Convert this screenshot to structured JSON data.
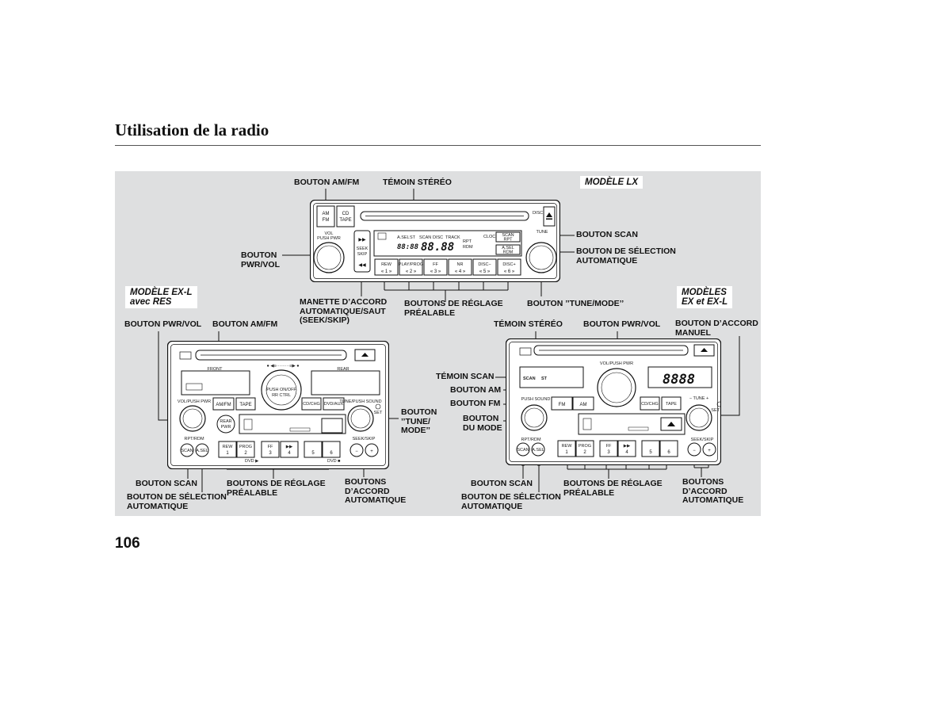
{
  "header": {
    "title": "Utilisation de la radio"
  },
  "page_number": "106",
  "models": {
    "lx": "MODÈLE LX",
    "exl_res": "MODÈLE EX-L\navec RES",
    "ex_exl": "MODÈLES\nEX et EX-L"
  },
  "labels_lx": {
    "am_fm": "BOUTON AM/FM",
    "stereo": "TÉMOIN STÉRÉO",
    "scan": "BOUTON SCAN",
    "auto_select": "BOUTON DE SÉLECTION\nAUTOMATIQUE",
    "pwr_vol": "BOUTON\nPWR/VOL",
    "seek_skip": "MANETTE D’ACCORD\nAUTOMATIQUE/SAUT\n(SEEK/SKIP)",
    "presets": "BOUTONS DE RÉGLAGE\nPRÉALABLE",
    "tune_mode": "BOUTON ’’TUNE/MODE’’"
  },
  "labels_exl": {
    "pwr_vol": "BOUTON PWR/VOL",
    "am_fm": "BOUTON AM/FM",
    "tune_mode": "BOUTON\n’’TUNE/\nMODE’’",
    "scan": "BOUTON SCAN",
    "auto_select": "BOUTON DE SÉLECTION\nAUTOMATIQUE",
    "presets": "BOUTONS DE RÉGLAGE\nPRÉALABLE",
    "seek": "BOUTONS\nD’ACCORD\nAUTOMATIQUE"
  },
  "labels_ex": {
    "stereo": "TÉMOIN STÉRÉO",
    "pwr_vol": "BOUTON PWR/VOL",
    "manual_tune": "BOUTON D’ACCORD\nMANUEL",
    "scan_ind": "TÉMOIN SCAN",
    "am": "BOUTON AM",
    "fm": "BOUTON FM",
    "mode": "BOUTON\nDU MODE",
    "scan": "BOUTON SCAN",
    "auto_select": "BOUTON DE SÉLECTION\nAUTOMATIQUE",
    "presets": "BOUTONS DE RÉGLAGE\nPRÉALABLE",
    "seek": "BOUTONS\nD’ACCORD\nAUTOMATIQUE"
  },
  "radio_lx": {
    "am_fm": "AM\nFM",
    "cd_tape": "CD\nTAPE",
    "vol": "VOL",
    "pwr": "PUSH PWR",
    "seek": "SEEK\nSKIP",
    "clock": "CLOCK",
    "scan_rpt": "SCAN\nRPT",
    "asel_rdm": "A.SEL\nRDM",
    "tune": "TUNE",
    "disc": "DISC",
    "display": "88.88",
    "display_small": "88:88",
    "ind_asel": "A.SEL",
    "ind_st": "ST",
    "ind_scan": "SCAN",
    "ind_disc": "DISC",
    "ind_track": "TRACK",
    "ind_rpt": "RPT",
    "ind_rdm": "RDM",
    "presets": [
      {
        "top": "REW",
        "num": "1"
      },
      {
        "top": "PLAY/PROG",
        "num": "2"
      },
      {
        "top": "FF",
        "num": "3"
      },
      {
        "top": "NR",
        "num": "4"
      },
      {
        "top": "DISC−",
        "num": "5"
      },
      {
        "top": "DISC+",
        "num": "6"
      }
    ]
  },
  "radio_exl": {
    "front": "FRONT",
    "rear": "REAR",
    "push_onoff": "PUSH ON/OFF",
    "rr_ctrl": "RR CTRL",
    "vol_pwr": "VOL/PUSH PWR",
    "amfm": "AM/FM",
    "tape": "TAPE",
    "cdchg": "CD/CHG",
    "dvdaux": "DVD/AUX",
    "tune_sound": "TUNE/PUSH SOUND",
    "set": "SET",
    "rear_pwr": "REAR\nPWR",
    "rpt_rdm": "RPT/RDM",
    "seek_skip": "SEEK/SKIP",
    "scan": "SCAN",
    "asel": "A.SEL",
    "dvd1": "DVD ▶",
    "dvd2": "DVD ■",
    "presets": [
      {
        "top": "REW",
        "num": "1"
      },
      {
        "top": "PROG",
        "num": "2"
      },
      {
        "top": "FF",
        "num": "3"
      },
      {
        "top": "▶▶",
        "num": "4"
      },
      {
        "top": "",
        "num": "5"
      },
      {
        "top": "",
        "num": "6"
      }
    ]
  },
  "radio_ex": {
    "vol_pwr": "VOL/PUSH PWR",
    "display": "8888",
    "scan": "SCAN",
    "st": "ST",
    "sound": "PUSH SOUND",
    "fm": "FM",
    "am": "AM",
    "cdchg": "CD/CHG",
    "tape": "TAPE",
    "tune": "− TUNE +",
    "set": "SET",
    "rpt_rdm": "RPT/RDM",
    "seek_skip": "SEEK/SKIP",
    "scan_btn": "SCAN",
    "asel": "A.SEL",
    "presets": [
      {
        "top": "REW",
        "num": "1"
      },
      {
        "top": "PROG",
        "num": "2"
      },
      {
        "top": "FF",
        "num": "3"
      },
      {
        "top": "▶▶",
        "num": "4"
      },
      {
        "top": "",
        "num": "5"
      },
      {
        "top": "",
        "num": "6"
      }
    ]
  }
}
